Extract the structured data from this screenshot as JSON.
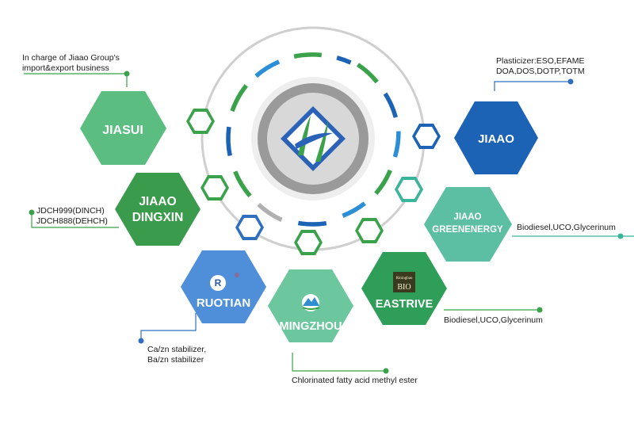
{
  "center": {
    "logo_icon": "jiaao-h-logo-icon",
    "accent_green": "#3aa24a",
    "accent_blue": "#2474c4"
  },
  "companies": {
    "jiasui": {
      "name": "JIASUI",
      "color": "#5bbd7f"
    },
    "jiaao": {
      "name": "JIAAO",
      "color": "#1d63b5"
    },
    "dingxin": {
      "line1": "JIAAO",
      "line2": "DINGXIN",
      "color": "#3b9b4c"
    },
    "greenenergy": {
      "line1": "JIAAO",
      "line2": "GREENENERGY",
      "color": "#5cbfa3"
    },
    "ruotian": {
      "name": "RUOTIAN",
      "color": "#4f8ed8",
      "logo_mark": "R",
      "registered": "®"
    },
    "mingzhou": {
      "name": "MINGZHOU",
      "color": "#6cc79e"
    },
    "eastrive": {
      "name": "EASTRIVE",
      "color": "#2f9e58",
      "logo_top": "Riningbao",
      "logo_bottom": "BIO"
    }
  },
  "notes": {
    "jiasui": [
      "In charge of Jiaao Group's",
      "import&export business"
    ],
    "jiaao": [
      "Plasticizer:ESO,EFAME",
      "DOA,DOS,DOTP,TOTM"
    ],
    "dingxin": [
      "JDCH999(DINCH)",
      "JDCH888(DEHCH)"
    ],
    "greenenergy": [
      "Biodiesel,UCO,Glycerinum"
    ],
    "eastrive": [
      "Biodiesel,UCO,Glycerinum"
    ],
    "ruotian": [
      "Ca/zn stabilizer,",
      "Ba/zn stabilizer"
    ],
    "mingzhou": [
      "Chlorinated fatty acid methyl ester"
    ]
  },
  "connector_colors": {
    "green": "#3aa24a",
    "blue": "#2f6fc0",
    "teal": "#3ab49a"
  }
}
